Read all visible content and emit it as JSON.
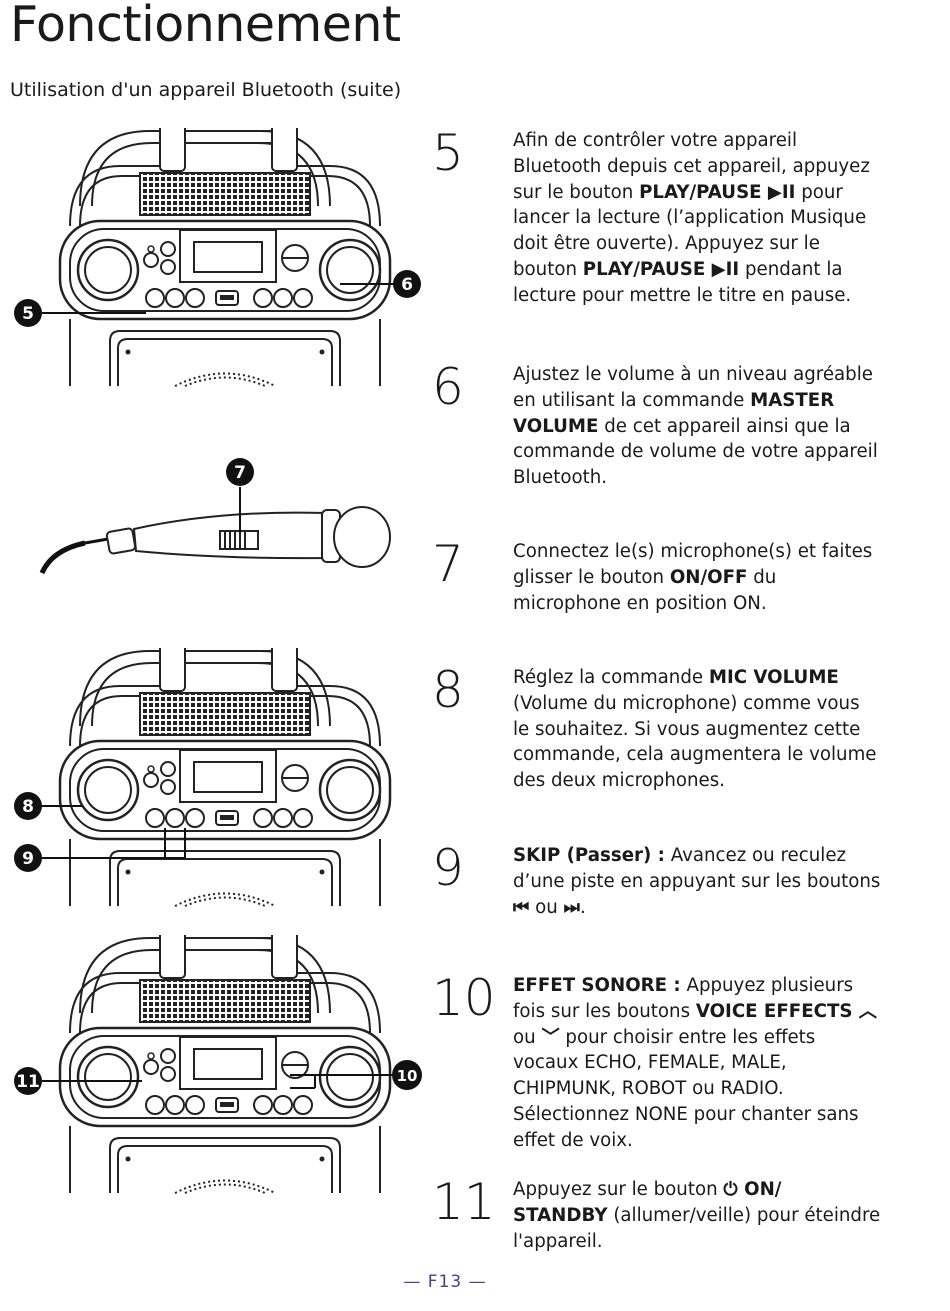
{
  "page": {
    "title": "Fonctionnement",
    "subtitle": "Utilisation d'un appareil Bluetooth (suite)",
    "footer": "— F13 —"
  },
  "steps": [
    {
      "number": "5",
      "parts": [
        {
          "t": "Afin de contrôler votre appareil Bluetooth depuis cet appareil, appuyez sur le bouton ",
          "b": false
        },
        {
          "t": "PLAY/PAUSE ▶II",
          "b": true
        },
        {
          "t": " pour lancer la lecture (l’application Musique doit être ouverte). Appuyez sur le bouton ",
          "b": false
        },
        {
          "t": "PLAY/PAUSE ▶II",
          "b": true
        },
        {
          "t": " pendant la lecture pour mettre le titre en pause.",
          "b": false
        }
      ]
    },
    {
      "number": "6",
      "parts": [
        {
          "t": "Ajustez le volume à un niveau agréable en utilisant la commande ",
          "b": false
        },
        {
          "t": "MASTER VOLUME",
          "b": true
        },
        {
          "t": " de cet appareil ainsi que la commande de volume de votre appareil Bluetooth.",
          "b": false
        }
      ]
    },
    {
      "number": "7",
      "parts": [
        {
          "t": "Connectez le(s) microphone(s) et faites glisser le bouton ",
          "b": false
        },
        {
          "t": "ON/OFF",
          "b": true
        },
        {
          "t": " du microphone en position ON.",
          "b": false
        }
      ]
    },
    {
      "number": "8",
      "parts": [
        {
          "t": "Réglez la commande ",
          "b": false
        },
        {
          "t": "MIC VOLUME",
          "b": true
        },
        {
          "t": " (Volume du microphone) comme vous le souhaitez. Si vous augmentez cette commande, cela augmentera le volume des deux microphones.",
          "b": false
        }
      ]
    },
    {
      "number": "9",
      "parts": [
        {
          "t": "SKIP (Passer) :",
          "b": true
        },
        {
          "t": " Avancez ou reculez d’une piste en appuyant sur les boutons ",
          "b": false
        },
        {
          "t": "⏮",
          "b": true
        },
        {
          "t": " ou ",
          "b": false
        },
        {
          "t": "⏭",
          "b": true
        },
        {
          "t": ".",
          "b": false
        }
      ]
    },
    {
      "number": "10",
      "parts": [
        {
          "t": "EFFET SONORE :",
          "b": true
        },
        {
          "t": " Appuyez plusieurs fois sur les boutons ",
          "b": false
        },
        {
          "t": "VOICE EFFECTS ︿",
          "b": true
        },
        {
          "t": " ou ",
          "b": false
        },
        {
          "t": "﹀",
          "b": true
        },
        {
          "t": " pour choisir entre les effets vocaux ECHO, FEMALE, MALE, CHIPMUNK, ROBOT ou RADIO. Sélectionnez NONE pour chanter sans effet de voix.",
          "b": false
        }
      ]
    },
    {
      "number": "11",
      "parts": [
        {
          "t": "Appuyez sur le bouton ",
          "b": false
        },
        {
          "t": "⏻ ON/ STANDBY",
          "b": true
        },
        {
          "t": " (allumer/veille) pour éteindre l'appareil.",
          "b": false
        }
      ]
    }
  ],
  "callouts": {
    "c5": "5",
    "c6": "6",
    "c7": "7",
    "c8": "8",
    "c9": "9",
    "c10": "10",
    "c11": "11"
  }
}
